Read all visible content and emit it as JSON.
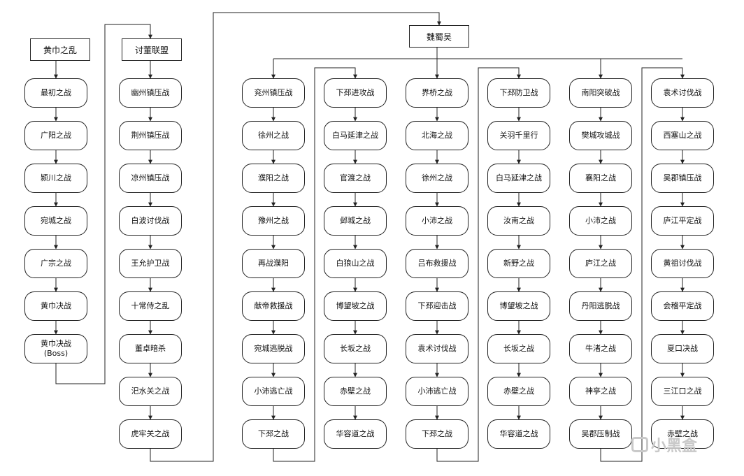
{
  "headers": {
    "huangjin": "黄巾之乱",
    "taodong": "讨董联盟",
    "weishuwu": "魏蜀吴"
  },
  "columns": [
    [
      "最初之战",
      "广阳之战",
      "颍川之战",
      "宛城之战",
      "广宗之战",
      "黄巾决战",
      "黄巾决战\n(Boss)"
    ],
    [
      "幽州镇压战",
      "荆州镇压战",
      "凉州镇压战",
      "白波讨伐战",
      "王允护卫战",
      "十常侍之乱",
      "董卓暗杀",
      "汜水关之战",
      "虎牢关之战"
    ],
    [
      "兖州镇压战",
      "徐州之战",
      "濮阳之战",
      "豫州之战",
      "再战濮阳",
      "献帝救援战",
      "宛城逃脱战",
      "小沛逃亡战",
      "下邳之战"
    ],
    [
      "下邳进攻战",
      "白马延津之战",
      "官渡之战",
      "邺城之战",
      "白狼山之战",
      "博望坡之战",
      "长坂之战",
      "赤壁之战",
      "华容道之战"
    ],
    [
      "界桥之战",
      "北海之战",
      "徐州之战",
      "小沛之战",
      "吕布救援战",
      "下邳迎击战",
      "袁术讨伐战",
      "小沛逃亡战",
      "下邳之战"
    ],
    [
      "下邳防卫战",
      "关羽千里行",
      "白马延津之战",
      "汝南之战",
      "新野之战",
      "博望坡之战",
      "长坂之战",
      "赤壁之战",
      "华容道之战"
    ],
    [
      "南阳突破战",
      "樊城攻城战",
      "襄阳之战",
      "小沛之战",
      "庐江之战",
      "丹阳逃脱战",
      "牛渚之战",
      "神亭之战",
      "吴郡压制战"
    ],
    [
      "袁术讨伐战",
      "西塞山之战",
      "吴郡镇压战",
      "庐江平定战",
      "黄祖讨伐战",
      "会稽平定战",
      "夏口决战",
      "三江口之战",
      "赤壁之战"
    ]
  ],
  "watermark": "小黑盒",
  "colors": {
    "line": "#222222",
    "watermark": "#c9c9c9"
  }
}
